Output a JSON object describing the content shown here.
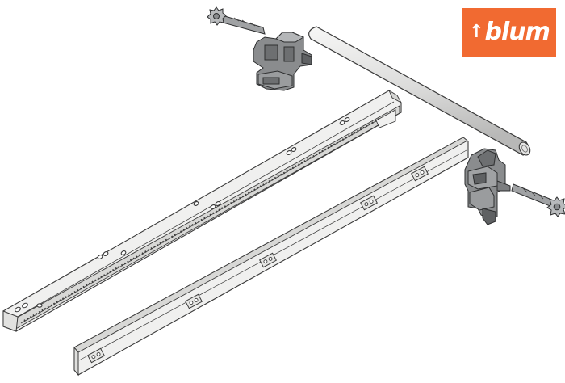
{
  "logo": {
    "mark": "↑",
    "text": "blum",
    "background": "#f16a31"
  },
  "parts": [
    {
      "name": "drawer-runner-left",
      "icon": "runner-rail"
    },
    {
      "name": "drawer-runner-right",
      "icon": "runner-rail"
    },
    {
      "name": "synchronisation-rod",
      "icon": "rod"
    },
    {
      "name": "locking-device-left",
      "icon": "clip"
    },
    {
      "name": "locking-device-right",
      "icon": "clip"
    },
    {
      "name": "dowel-left",
      "icon": "dowel"
    },
    {
      "name": "dowel-right",
      "icon": "dowel"
    }
  ],
  "colors": {
    "line": "#3a3a3a",
    "metal": "#efefee",
    "metal_shade": "#d6d6d4",
    "clip": "#8a8c8e",
    "clip_dark": "#5f6163"
  }
}
